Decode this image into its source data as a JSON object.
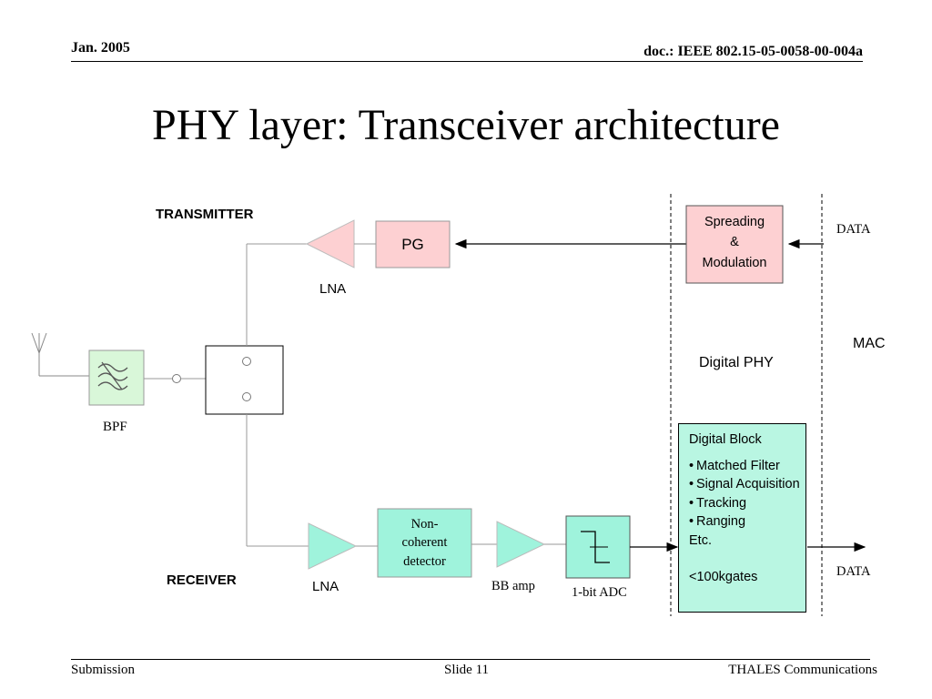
{
  "header": {
    "date": "Jan. 2005",
    "doc": "doc.: IEEE 802.15-05-0058-00-004a"
  },
  "title": "PHY layer: Transceiver architecture",
  "diagram": {
    "transmitter_label": "TRANSMITTER",
    "receiver_label": "RECEIVER",
    "tx_lna": "LNA",
    "rx_lna": "LNA",
    "pg": "PG",
    "spreading": [
      "Spreading",
      "&",
      "Modulation"
    ],
    "data_in": "DATA",
    "data_out": "DATA",
    "mac": "MAC",
    "digital_phy": "Digital PHY",
    "bpf": "BPF",
    "detector": [
      "Non-",
      "coherent",
      "detector"
    ],
    "bb_amp": "BB amp",
    "adc": "1-bit ADC",
    "digital_block": {
      "title": "Digital Block",
      "items": [
        "Matched Filter",
        "Signal Acquisition",
        "Tracking",
        "Ranging"
      ],
      "etc": "Etc.",
      "gates": "<100kgates"
    },
    "colors": {
      "pink": "#fdd0d2",
      "cyan": "#9ff3dc",
      "mint_bpf": "#d9f7d9",
      "cyan_block": "#b9f6e2"
    }
  },
  "footer": {
    "left": "Submission",
    "middle": "Slide 11",
    "right": "THALES Communications"
  }
}
